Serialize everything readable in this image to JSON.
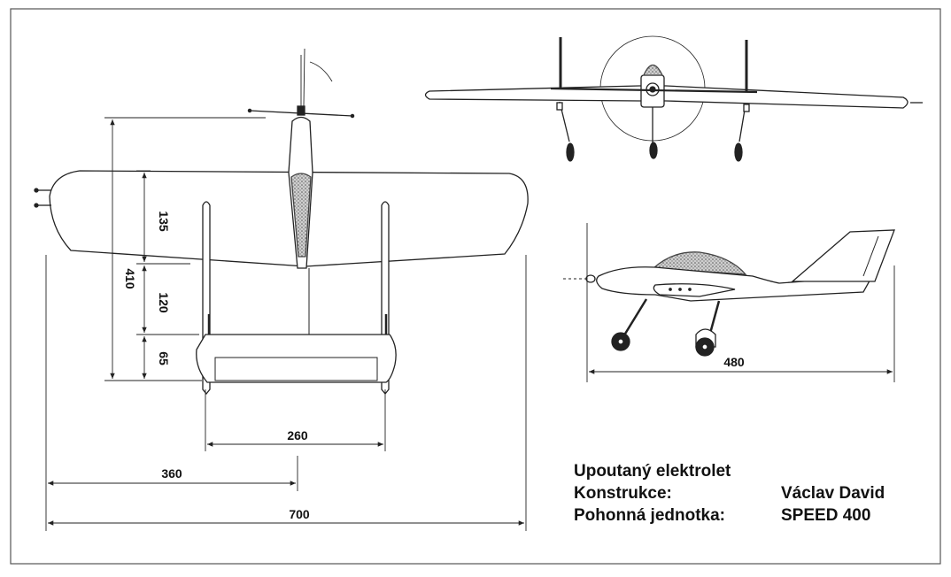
{
  "dimensions": {
    "span": "700",
    "half_span": "360",
    "gear_track": "260",
    "wing_chord": "135",
    "wing_to_tail": "120",
    "tail_chord": "65",
    "overall_length_top": "410",
    "fuselage_length": "480"
  },
  "title_block": {
    "title": "Upoutaný elektrolet",
    "design_label": "Konstrukce:",
    "design_value": "Václav David",
    "power_label": "Pohonná jednotka:",
    "power_value": "SPEED 400"
  },
  "colors": {
    "line": "#222222",
    "frame": "#555555",
    "canopy_fill": "#9a9a9a",
    "background": "#ffffff"
  }
}
